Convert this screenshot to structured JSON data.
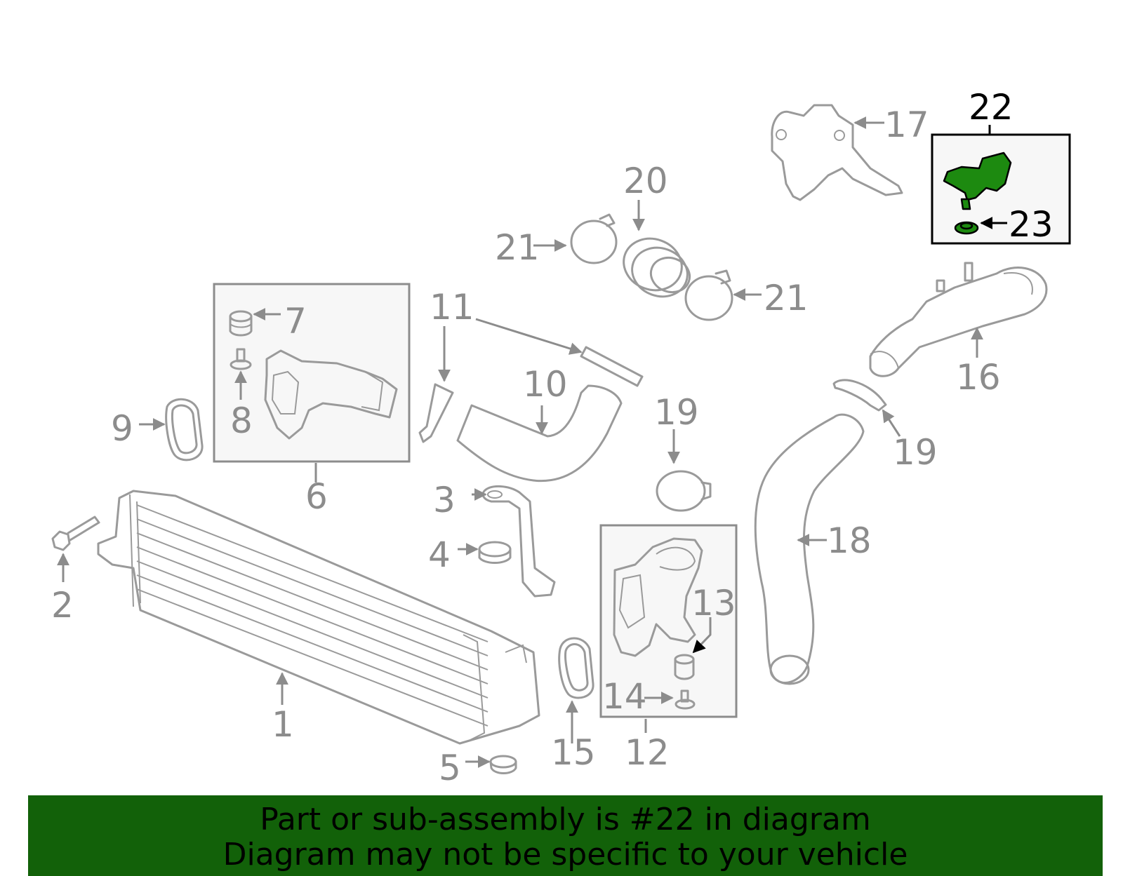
{
  "diagram": {
    "highlight_color": "#1d8a10",
    "banner_color": "#126109",
    "callouts": [
      {
        "id": "c1",
        "label": "1"
      },
      {
        "id": "c2",
        "label": "2"
      },
      {
        "id": "c3",
        "label": "3"
      },
      {
        "id": "c4",
        "label": "4"
      },
      {
        "id": "c5",
        "label": "5"
      },
      {
        "id": "c6",
        "label": "6"
      },
      {
        "id": "c7",
        "label": "7"
      },
      {
        "id": "c8",
        "label": "8"
      },
      {
        "id": "c9",
        "label": "9"
      },
      {
        "id": "c10",
        "label": "10"
      },
      {
        "id": "c11",
        "label": "11"
      },
      {
        "id": "c12",
        "label": "12"
      },
      {
        "id": "c13",
        "label": "13"
      },
      {
        "id": "c14",
        "label": "14"
      },
      {
        "id": "c15",
        "label": "15"
      },
      {
        "id": "c16",
        "label": "16"
      },
      {
        "id": "c17",
        "label": "17"
      },
      {
        "id": "c18",
        "label": "18"
      },
      {
        "id": "c19a",
        "label": "19"
      },
      {
        "id": "c19b",
        "label": "19"
      },
      {
        "id": "c20",
        "label": "20"
      },
      {
        "id": "c21a",
        "label": "21"
      },
      {
        "id": "c21b",
        "label": "21"
      },
      {
        "id": "c22",
        "label": "22"
      },
      {
        "id": "c23",
        "label": "23"
      }
    ]
  },
  "banner": {
    "line1": "Part or sub-assembly is #22 in diagram",
    "line2": "Diagram may not be specific to your vehicle"
  }
}
